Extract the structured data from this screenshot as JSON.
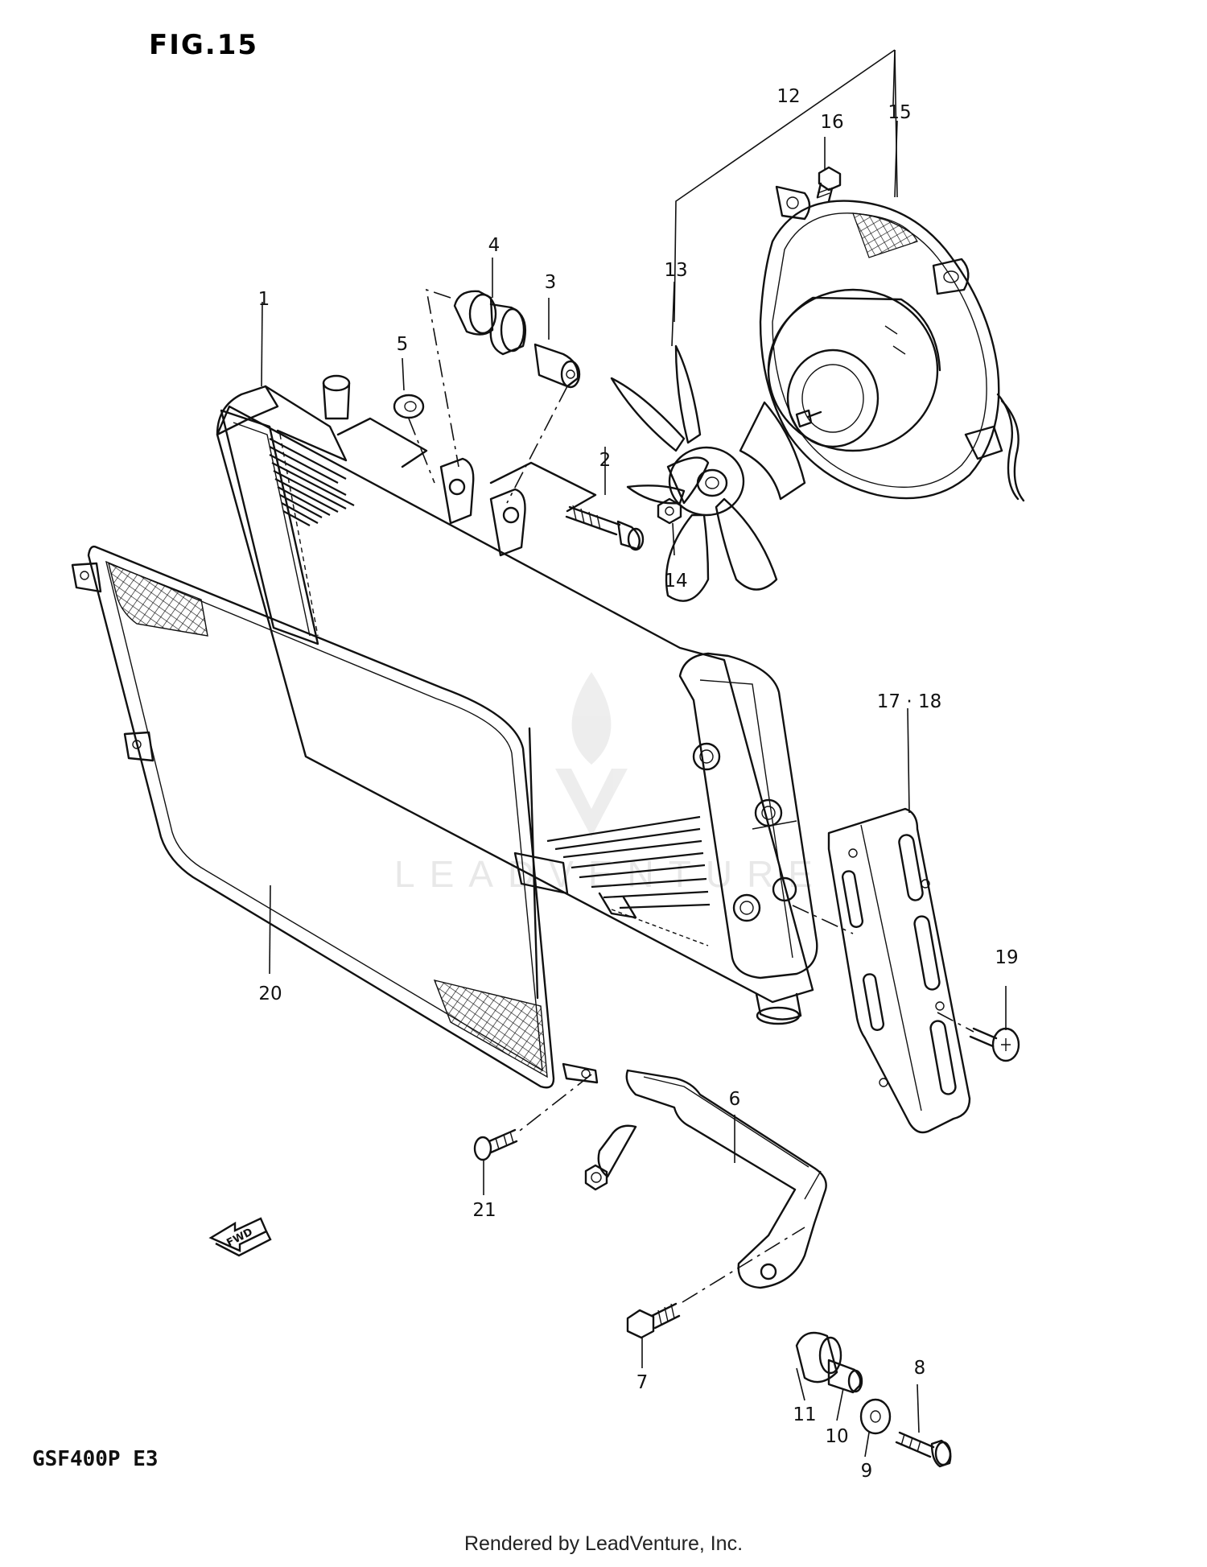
{
  "figure_title": "FIG.15",
  "model_code": "GSF400P  E3",
  "footer_credit": "Rendered by LeadVenture, Inc.",
  "watermark": "LEADVENTURE",
  "fwd_label": "FWD",
  "callouts": {
    "c1": "1",
    "c2": "2",
    "c3": "3",
    "c4": "4",
    "c5": "5",
    "c6": "6",
    "c7": "7",
    "c8": "8",
    "c9": "9",
    "c10": "10",
    "c11": "11",
    "c12": "12",
    "c13": "13",
    "c14": "14",
    "c15": "15",
    "c16": "16",
    "c17_18": "17 · 18",
    "c19": "19",
    "c20": "20",
    "c21": "21"
  }
}
